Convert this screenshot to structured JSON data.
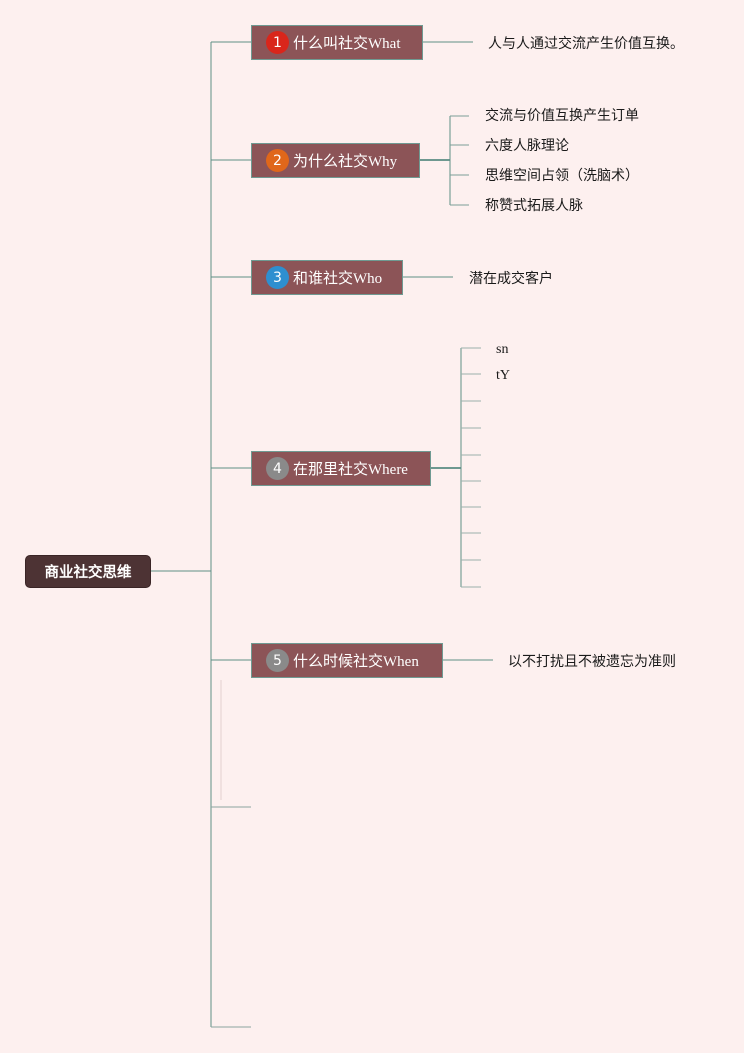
{
  "root": {
    "label": "商业社交思维"
  },
  "branches": [
    {
      "num": "1",
      "color": "#d9261b",
      "label": "什么叫社交What",
      "leaves": [
        "人与人通过交流产生价值互换。"
      ]
    },
    {
      "num": "2",
      "color": "#e0671a",
      "label": "为什么社交Why",
      "leaves": [
        "交流与价值互换产生订单",
        "六度人脉理论",
        "思维空间占领（洗脑术）",
        "称赞式拓展人脉"
      ]
    },
    {
      "num": "3",
      "color": "#2e8fd0",
      "label": "和谁社交Who",
      "leaves": [
        "潜在成交客户"
      ]
    },
    {
      "num": "4",
      "color": "#8a8a8a",
      "label": "在那里社交Where",
      "leaves": [
        "sn",
        "tY",
        "",
        "",
        "",
        "",
        "",
        "",
        "",
        ""
      ]
    },
    {
      "num": "5",
      "color": "#8a8a8a",
      "label": "什么时候社交When",
      "leaves": [
        "以不打扰且不被遗忘为准则"
      ]
    }
  ],
  "colors": {
    "background": "#fdf0ef",
    "root_fill": "#4d3334",
    "branch_fill": "#8c5457",
    "connector": "#5e8f86"
  }
}
